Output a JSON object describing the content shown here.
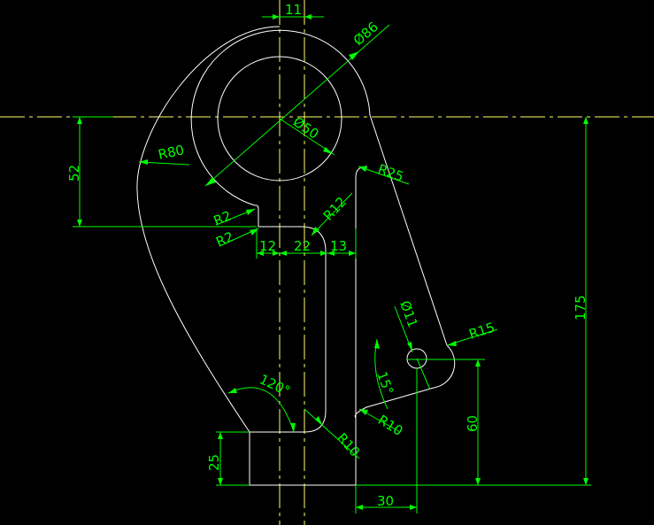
{
  "colors": {
    "background": "#000000",
    "outline": "#ffffff",
    "centerline": "#ffff66",
    "dimension": "#00ff00"
  },
  "dimensions": {
    "top_width": "11",
    "big_diameter": "Ø86",
    "hole_diameter": "Ø50",
    "left_radius": "R80",
    "right_radius": "R25",
    "small_radius_upper": "R2",
    "small_radius_lower": "R2",
    "fillet_r12": "R12",
    "seg_12": "12",
    "seg_22": "22",
    "seg_13": "13",
    "height_52": "52",
    "height_175": "175",
    "small_hole": "Ø11",
    "radius_r15": "R15",
    "angle_15": "15°",
    "radius_r10_right": "R10",
    "angle_120": "120°",
    "radius_r10_bottom": "R10",
    "height_60": "60",
    "height_25": "25",
    "width_30": "30"
  }
}
